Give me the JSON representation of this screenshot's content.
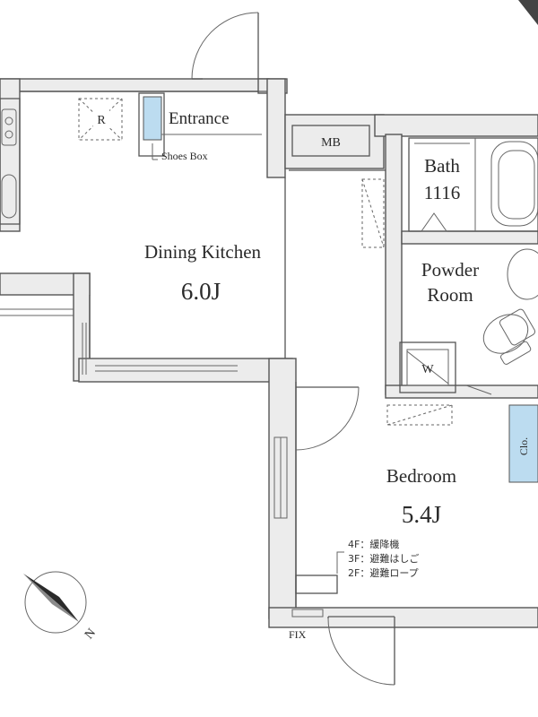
{
  "plan": {
    "rooms": {
      "dining_kitchen": {
        "name": "Dining Kitchen",
        "size": "6.0J"
      },
      "bedroom": {
        "name": "Bedroom",
        "size": "5.4J"
      },
      "powder_room": {
        "name_line1": "Powder",
        "name_line2": "Room"
      },
      "bath": {
        "name_line1": "Bath",
        "name_line2": "1116"
      },
      "entrance": {
        "name": "Entrance"
      }
    },
    "fixtures": {
      "refrigerator": "R",
      "shoes_box": "Shoes Box",
      "meter_box": "MB",
      "washer": "W",
      "closet": "Clo.",
      "fix_window": "FIX"
    },
    "escape_notes": [
      "4F：緩降機",
      "3F：避難はしご",
      "2F：避難ロープ"
    ],
    "compass": {
      "north_label": "N"
    },
    "colors": {
      "wall_fill": "#ececec",
      "line": "#555555",
      "closet_fill": "#bcdcf0"
    }
  }
}
